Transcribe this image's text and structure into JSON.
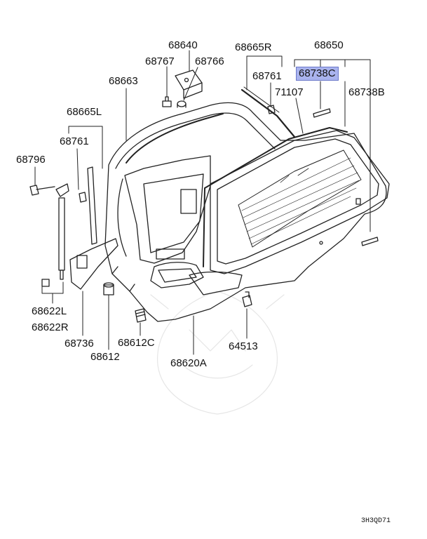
{
  "diagram": {
    "highlighted": "68738C",
    "labels": {
      "p68640": "68640",
      "p68767": "68767",
      "p68766": "68766",
      "p68665R": "68665R",
      "p68650": "68650",
      "p68663": "68663",
      "p68761_right": "68761",
      "p68738C": "68738C",
      "p71107": "71107",
      "p68738B": "68738B",
      "p68665L": "68665L",
      "p68761_left": "68761",
      "p68796": "68796",
      "p68622L": "68622L",
      "p68622R": "68622R",
      "p68736": "68736",
      "p68612": "68612",
      "p68612C": "68612C",
      "p68620A": "68620A",
      "p64513": "64513"
    },
    "figure_code": "3H3QD71",
    "colors": {
      "highlight_fill": "#a9b3ee",
      "highlight_border": "#6c79c9",
      "line": "#222222"
    }
  }
}
